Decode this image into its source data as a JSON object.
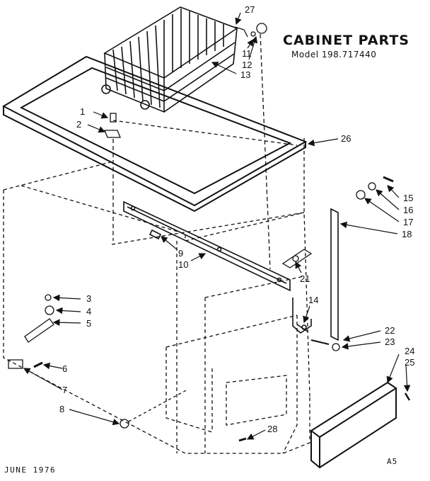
{
  "header": {
    "title": "CABINET PARTS",
    "model": "Model 198.717440"
  },
  "footer": {
    "date": "JUNE 1976",
    "code": "A5"
  },
  "parts": [
    {
      "id": "p1",
      "label": "1"
    },
    {
      "id": "p2",
      "label": "2"
    },
    {
      "id": "p3",
      "label": "3"
    },
    {
      "id": "p4",
      "label": "4"
    },
    {
      "id": "p5",
      "label": "5"
    },
    {
      "id": "p6",
      "label": "6"
    },
    {
      "id": "p7",
      "label": "7"
    },
    {
      "id": "p8",
      "label": "8"
    },
    {
      "id": "p9",
      "label": "9"
    },
    {
      "id": "p10",
      "label": "10"
    },
    {
      "id": "p11",
      "label": "11"
    },
    {
      "id": "p12",
      "label": "12"
    },
    {
      "id": "p13",
      "label": "13"
    },
    {
      "id": "p14",
      "label": "14"
    },
    {
      "id": "p15",
      "label": "15"
    },
    {
      "id": "p16",
      "label": "16"
    },
    {
      "id": "p17",
      "label": "17"
    },
    {
      "id": "p18",
      "label": "18"
    },
    {
      "id": "p21",
      "label": "21"
    },
    {
      "id": "p22",
      "label": "22"
    },
    {
      "id": "p23",
      "label": "23"
    },
    {
      "id": "p24",
      "label": "24"
    },
    {
      "id": "p25",
      "label": "25"
    },
    {
      "id": "p26",
      "label": "26"
    },
    {
      "id": "p27",
      "label": "27"
    },
    {
      "id": "p28",
      "label": "28"
    }
  ]
}
